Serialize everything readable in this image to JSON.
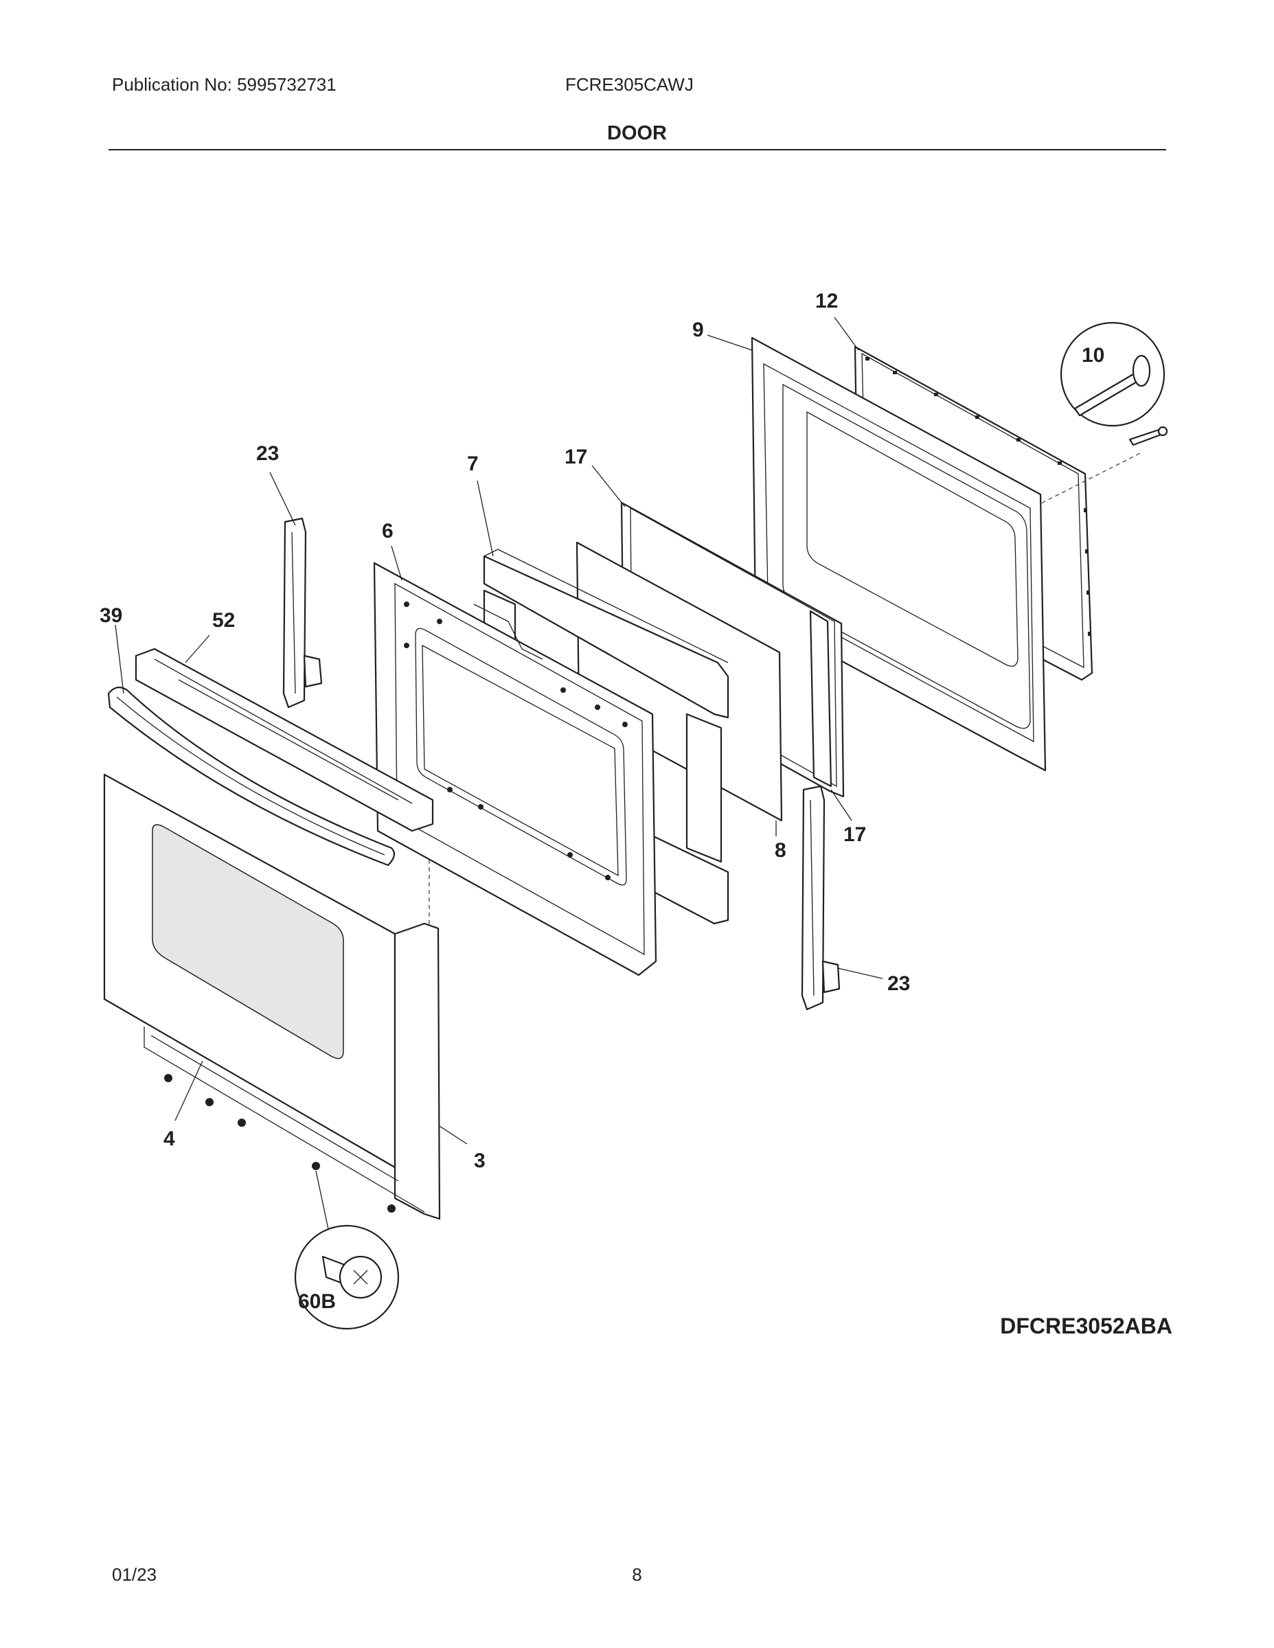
{
  "header": {
    "publication": "Publication No: 5995732731",
    "model": "FCRE305CAWJ",
    "section_title": "DOOR"
  },
  "callouts": {
    "c3": "3",
    "c4": "4",
    "c6": "6",
    "c7": "7",
    "c8": "8",
    "c9": "9",
    "c10": "10",
    "c12": "12",
    "c17a": "17",
    "c17b": "17",
    "c23a": "23",
    "c23b": "23",
    "c39": "39",
    "c52": "52",
    "c60b": "60B"
  },
  "drawing_code": "DFCRE3052ABA",
  "footer": {
    "date": "01/23",
    "page": "8"
  }
}
